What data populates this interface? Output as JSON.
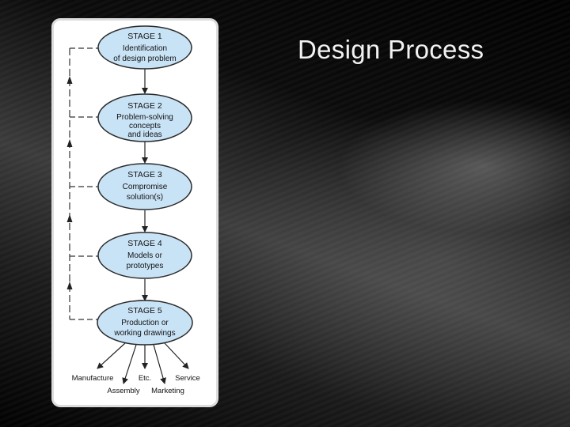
{
  "slide": {
    "title": "Design Process"
  },
  "stages": [
    {
      "label": "STAGE 1",
      "lines": [
        "Identification",
        "of design problem"
      ]
    },
    {
      "label": "STAGE 2",
      "lines": [
        "Problem-solving",
        "concepts",
        "and ideas"
      ]
    },
    {
      "label": "STAGE 3",
      "lines": [
        "Compromise",
        "solution(s)"
      ]
    },
    {
      "label": "STAGE 4",
      "lines": [
        "Models or",
        "prototypes"
      ]
    },
    {
      "label": "STAGE 5",
      "lines": [
        "Production or",
        "working drawings"
      ]
    }
  ],
  "outputs": {
    "manufacture": "Manufacture",
    "assembly": "Assembly",
    "etc": "Etc.",
    "marketing": "Marketing",
    "service": "Service"
  },
  "colors": {
    "ellipse_fill": "#c9e3f6",
    "ellipse_stroke": "#2a2a2a",
    "title": "#f2f2f2"
  }
}
